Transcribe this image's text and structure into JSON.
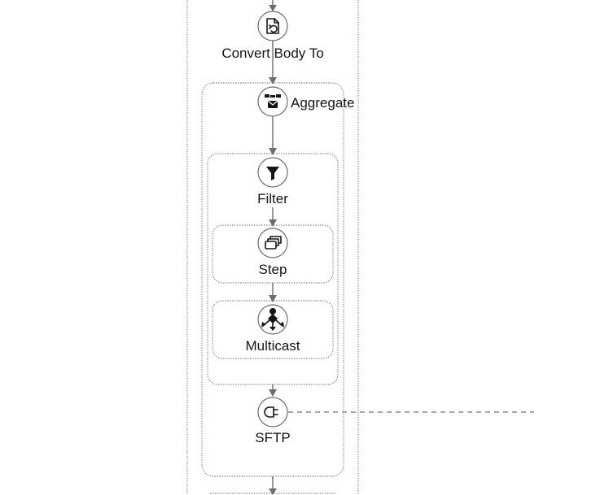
{
  "nodes": {
    "convert_body_to": {
      "label": "Convert Body To",
      "icon": "file-convert-icon"
    },
    "aggregate": {
      "label": "Aggregate",
      "icon": "aggregate-envelope-icon"
    },
    "filter": {
      "label": "Filter",
      "icon": "funnel-icon"
    },
    "step": {
      "label": "Step",
      "icon": "stacked-windows-icon"
    },
    "multicast": {
      "label": "Multicast",
      "icon": "multicast-arrows-icon"
    },
    "sftp": {
      "label": "SFTP",
      "icon": "plug-icon"
    }
  },
  "colors": {
    "edge": "#6a6e73",
    "container_border": "#6a6e73",
    "text": "#151515",
    "dashed_link": "#8a8d90"
  }
}
